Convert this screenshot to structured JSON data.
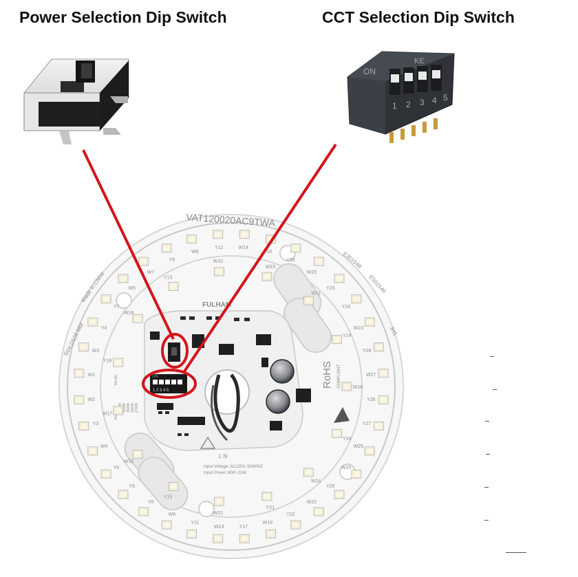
{
  "titles": {
    "power": "Power Selection Dip Switch",
    "cct": "CCT Selection Dip Switch"
  },
  "board": {
    "model": "VAT120020AC9TWA",
    "brand": "FULHAM",
    "rohs": "RoHS",
    "rohs_sub": "COMPLIANT",
    "size": "Size:D126 MM",
    "made_in": "Made in China",
    "cert1": "E351548",
    "cert2": "E501546",
    "jh": "JH1",
    "input_voltage": "Input Voltage: AC120V, 50/60HZ",
    "input_power": "Input Power:16W~21W",
    "ln": "L    N",
    "dip_on": "ON",
    "dip_digits": "1 2 3 4 5",
    "cct_options": [
      "2700K",
      "3000K",
      "3500K",
      "4000K",
      "5000K"
    ],
    "power_options": [
      "Ra>80",
      "Ra>90"
    ],
    "led_labels_outer": [
      "W9",
      "Y12",
      "W14",
      "Y18",
      "Y20",
      "W20",
      "Y23",
      "Y24",
      "W23",
      "Y28",
      "W27",
      "Y26",
      "Y27",
      "W25",
      "W26",
      "Y25",
      "W22",
      "Y22",
      "W19",
      "Y17",
      "W13",
      "Y11",
      "W6",
      "Y8",
      "Y6",
      "Y5",
      "W4",
      "Y3",
      "W2",
      "W1",
      "W3",
      "Y4",
      "Y7",
      "W5",
      "W7",
      "Y9"
    ],
    "led_labels_inner": [
      "Y13",
      "W10",
      "W15",
      "W11",
      "Y14",
      "W16",
      "Y19",
      "W24",
      "Y21",
      "W21",
      "Y15",
      "W12",
      "W17",
      "Y16",
      "W18"
    ]
  },
  "dip_switch_cct": {
    "label": "ON",
    "digits": [
      "1",
      "2",
      "3",
      "4",
      "5"
    ],
    "brand": "KE"
  },
  "colors": {
    "pointer": "#d3141c",
    "board": "#f6f6f6",
    "led": "#f4efd8",
    "silkscreen": "#8a8a8a"
  }
}
